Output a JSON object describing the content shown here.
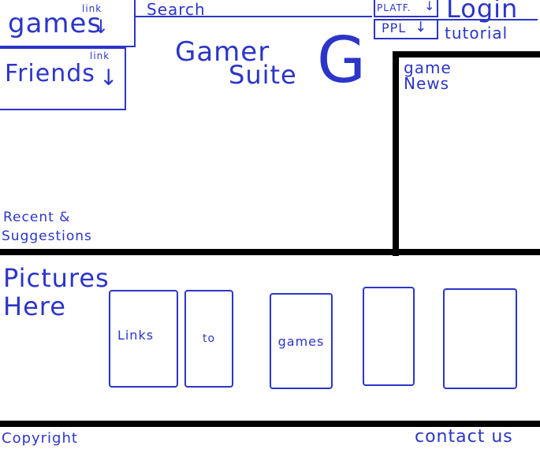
{
  "nav": {
    "games_label": "games",
    "games_link_note": "link",
    "friends_label": "Friends",
    "friends_link_note": "link",
    "search_label": "Search",
    "platform_label": "PLATF.",
    "ppl_label": "PPL",
    "login_label": "Login",
    "tutorial_label": "tutorial"
  },
  "header": {
    "title_line1": "Gamer",
    "title_line2": "Suite",
    "logo_letter": "G"
  },
  "news": {
    "title_line1": "game",
    "title_line2": "News"
  },
  "main": {
    "recent_line1": "Recent &",
    "recent_line2": "Suggestions"
  },
  "pictures": {
    "label_line1": "Pictures",
    "label_line2": "Here",
    "tiles": [
      "Links",
      "to",
      "games",
      "",
      ""
    ]
  },
  "footer": {
    "copyright": "Copyright",
    "contact": "contact us"
  },
  "icons": {
    "dropdown": "arrow-down-icon"
  }
}
